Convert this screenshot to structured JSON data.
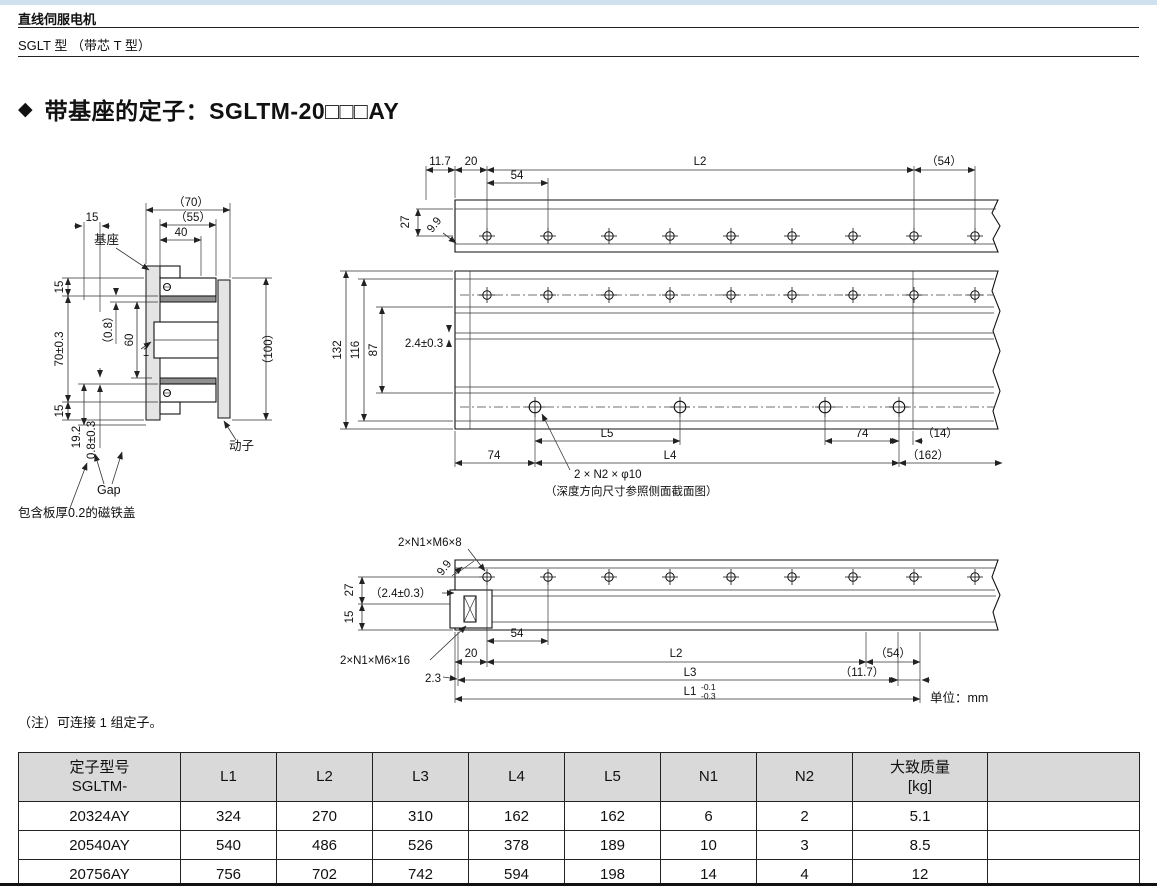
{
  "page": {
    "category": "直线伺服电机",
    "subtitle": "SGLT 型 （带芯 T 型）",
    "title_marker": "◆",
    "title": "带基座的定子：SGLTM-20□□□AY",
    "note": "（注）可连接 1 组定子。",
    "unit": "单位：mm"
  },
  "left_view": {
    "labels": {
      "base": "基座",
      "mover": "动子",
      "gap": "Gap",
      "magnet_cover": "包含板厚0.2的磁铁盖"
    },
    "dims": {
      "w70": "（70）",
      "w55": "（55）",
      "w40": "40",
      "w15": "15",
      "h15_top": "15",
      "h70": "70±0.3",
      "h15_bot": "15",
      "h19_2": "19.2",
      "h0_8": "0.8±0.3",
      "c0_8": "（0.8）",
      "c60": "60",
      "c1": "1",
      "h100": "（100）"
    }
  },
  "top_view": {
    "dims": {
      "d11_7": "11.7",
      "d20": "20",
      "d54": "54",
      "dL2": "L2",
      "d54p": "（54）",
      "d27": "27",
      "d9_9": "9.9"
    }
  },
  "front_view": {
    "dims": {
      "d132": "132",
      "d116": "116",
      "d87": "87",
      "d2_4": "2.4±0.3",
      "dL5": "L5",
      "d74r": "74",
      "d14p": "（14）",
      "d74l": "74",
      "dL4": "L4",
      "d162p": "（162）"
    },
    "labels": {
      "holes": "2 × N2 × φ10",
      "holes_note": "（深度方向尺寸参照侧面截面图）"
    }
  },
  "bottom_view": {
    "labels": {
      "screw_top": "2×N1×M6×8",
      "screw_side": "2×N1×M6×16"
    },
    "dims": {
      "d9_9": "9.9",
      "d2_4p": "（2.4±0.3）",
      "d27": "27",
      "d15": "15",
      "d54": "54",
      "d20": "20",
      "dL2": "L2",
      "d54p": "（54）",
      "d2_3": "2.3",
      "dL3": "L3",
      "d11_7p": "（11.7）",
      "dL1": "L1",
      "tol_up": "-0.1",
      "tol_dn": "-0.3"
    }
  },
  "table": {
    "headers": {
      "model": "定子型号\nSGLTM-",
      "L1": "L1",
      "L2": "L2",
      "L3": "L3",
      "L4": "L4",
      "L5": "L5",
      "N1": "N1",
      "N2": "N2",
      "mass": "大致质量\n[kg]"
    },
    "rows": [
      {
        "model": "20324AY",
        "L1": "324",
        "L2": "270",
        "L3": "310",
        "L4": "162",
        "L5": "162",
        "N1": "6",
        "N2": "2",
        "mass": "5.1"
      },
      {
        "model": "20540AY",
        "L1": "540",
        "L2": "486",
        "L3": "526",
        "L4": "378",
        "L5": "189",
        "N1": "10",
        "N2": "3",
        "mass": "8.5"
      },
      {
        "model": "20756AY",
        "L1": "756",
        "L2": "702",
        "L3": "742",
        "L4": "594",
        "L5": "198",
        "N1": "14",
        "N2": "4",
        "mass": "12"
      }
    ]
  }
}
